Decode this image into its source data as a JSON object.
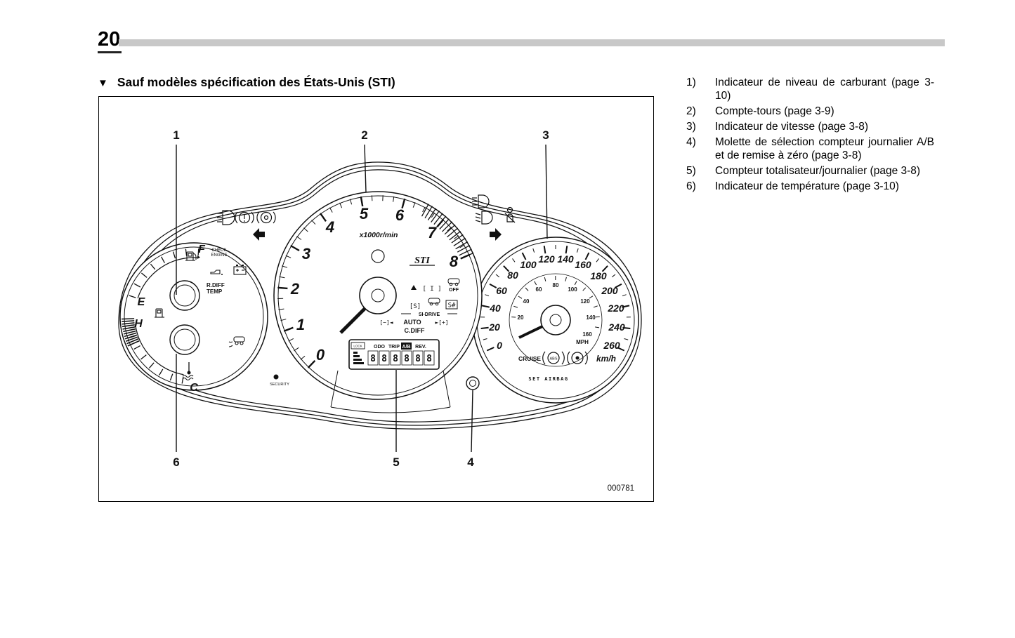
{
  "page": {
    "number": "20",
    "heading_marker": "▼",
    "heading": "Sauf modèles spécification des États-Unis (STI)",
    "figure_code": "000781"
  },
  "legend": [
    {
      "num": "1)",
      "text": "Indicateur de niveau de carburant (page 3-10)"
    },
    {
      "num": "2)",
      "text": "Compte-tours (page 3-9)"
    },
    {
      "num": "3)",
      "text": "Indicateur de vitesse (page 3-8)"
    },
    {
      "num": "4)",
      "text": "Molette de sélection compteur journalier A/B et de remise à zéro (page 3-8)"
    },
    {
      "num": "5)",
      "text": "Compteur totalisateur/journalier (page 3-8)"
    },
    {
      "num": "6)",
      "text": "Indicateur de température (page 3-10)"
    }
  ],
  "figure": {
    "callouts": {
      "c1": "1",
      "c2": "2",
      "c3": "3",
      "c4": "4",
      "c5": "5",
      "c6": "6"
    },
    "left_gauge": {
      "f": "F",
      "e": "E",
      "h": "H",
      "c": "C",
      "check1": "CHECK",
      "check2": "ENGINE",
      "rdiff1": "R.DIFF",
      "rdiff2": "TEMP",
      "security": "SECURITY"
    },
    "tach": {
      "numbers": [
        "0",
        "1",
        "2",
        "3",
        "4",
        "5",
        "6",
        "7",
        "8"
      ],
      "unit": "x1000r/min",
      "logo": "STI"
    },
    "speedo": {
      "kmh": [
        "0",
        "20",
        "40",
        "60",
        "80",
        "100",
        "120",
        "140",
        "160",
        "180",
        "200",
        "220",
        "240",
        "260"
      ],
      "mph": [
        "20",
        "40",
        "60",
        "80",
        "100",
        "120",
        "140",
        "160"
      ],
      "kmh_label": "km/h",
      "mph_label": "MPH",
      "cruise": "CRUISE",
      "abs": "ABS",
      "set_airbag": "SET AIRBAG"
    },
    "si_drive": {
      "i": "[ I ]",
      "s": "[S]",
      "sharp": "S#",
      "off": "OFF",
      "label": "SI-DRIVE",
      "minus": "[−]◄",
      "auto": "AUTO",
      "plus": "►[+]",
      "cdiff": "C.DIFF"
    },
    "display": {
      "lock": "LOCK",
      "odo": "ODO",
      "trip": "TRIP",
      "ab": "A/B",
      "rev": "REV.",
      "digits": [
        "8",
        "8",
        "8",
        "8",
        "8",
        "8"
      ]
    }
  }
}
